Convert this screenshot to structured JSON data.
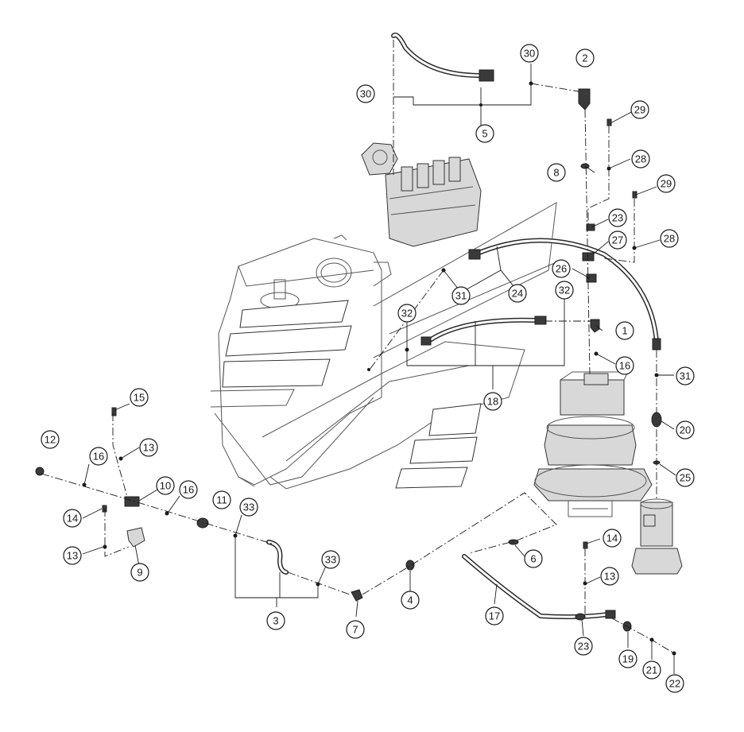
{
  "diagram": {
    "callouts": [
      {
        "id": "c30a",
        "label": "30"
      },
      {
        "id": "c30b",
        "label": "30"
      },
      {
        "id": "c2",
        "label": "2"
      },
      {
        "id": "c5",
        "label": "5"
      },
      {
        "id": "c29a",
        "label": "29"
      },
      {
        "id": "c8",
        "label": "8"
      },
      {
        "id": "c28a",
        "label": "28"
      },
      {
        "id": "c29b",
        "label": "29"
      },
      {
        "id": "c23a",
        "label": "23"
      },
      {
        "id": "c27",
        "label": "27"
      },
      {
        "id": "c28b",
        "label": "28"
      },
      {
        "id": "c26",
        "label": "26"
      },
      {
        "id": "c31a",
        "label": "31"
      },
      {
        "id": "c24",
        "label": "24"
      },
      {
        "id": "c32a",
        "label": "32"
      },
      {
        "id": "c32b",
        "label": "32"
      },
      {
        "id": "c1",
        "label": "1"
      },
      {
        "id": "c16a",
        "label": "16"
      },
      {
        "id": "c31b",
        "label": "31"
      },
      {
        "id": "c18",
        "label": "18"
      },
      {
        "id": "c20",
        "label": "20"
      },
      {
        "id": "c25",
        "label": "25"
      },
      {
        "id": "c15",
        "label": "15"
      },
      {
        "id": "c12",
        "label": "12"
      },
      {
        "id": "c16b",
        "label": "16"
      },
      {
        "id": "c13a",
        "label": "13"
      },
      {
        "id": "c10",
        "label": "10"
      },
      {
        "id": "c16c",
        "label": "16"
      },
      {
        "id": "c11",
        "label": "11"
      },
      {
        "id": "c33a",
        "label": "33"
      },
      {
        "id": "c14a",
        "label": "14"
      },
      {
        "id": "c13b",
        "label": "13"
      },
      {
        "id": "c9",
        "label": "9"
      },
      {
        "id": "c33b",
        "label": "33"
      },
      {
        "id": "c3",
        "label": "3"
      },
      {
        "id": "c7",
        "label": "7"
      },
      {
        "id": "c4",
        "label": "4"
      },
      {
        "id": "c6",
        "label": "6"
      },
      {
        "id": "c14b",
        "label": "14"
      },
      {
        "id": "c13c",
        "label": "13"
      },
      {
        "id": "c17",
        "label": "17"
      },
      {
        "id": "c23b",
        "label": "23"
      },
      {
        "id": "c19",
        "label": "19"
      },
      {
        "id": "c21",
        "label": "21"
      },
      {
        "id": "c22",
        "label": "22"
      }
    ]
  }
}
